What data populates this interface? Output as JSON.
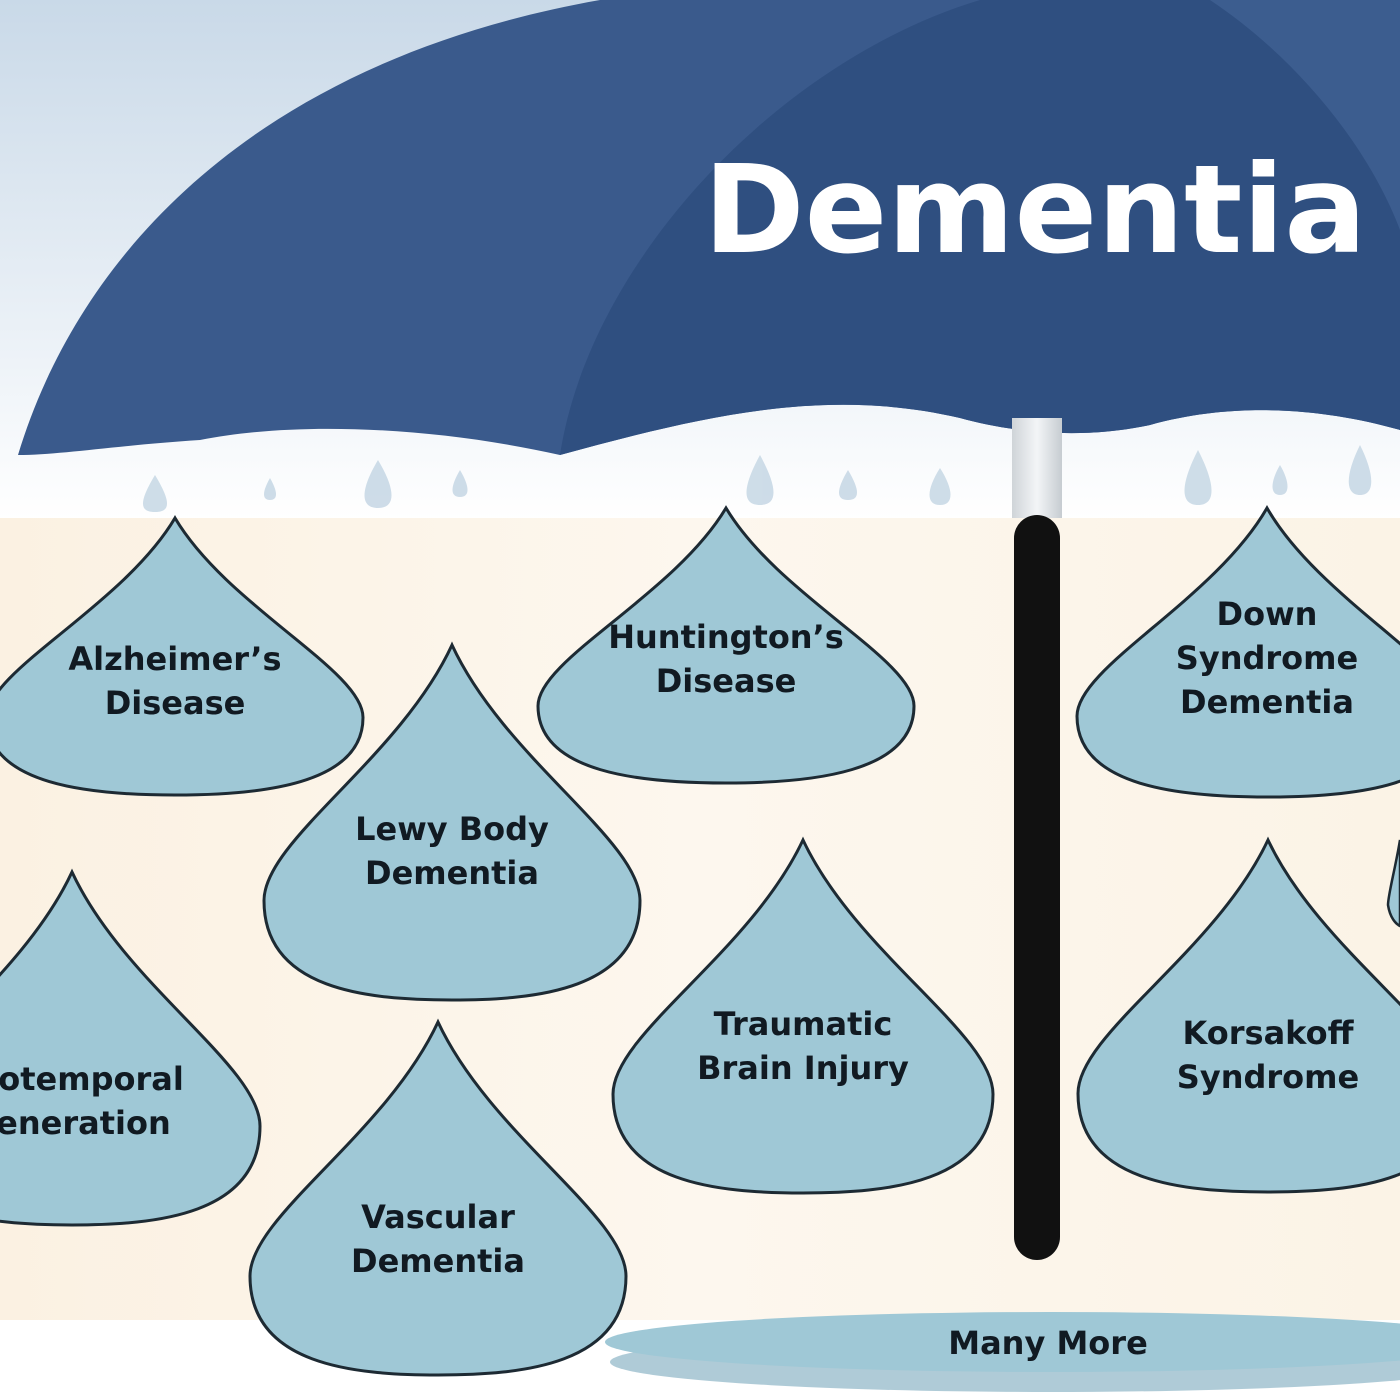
{
  "title": "Dementia",
  "colors": {
    "umbrella": "#3a5a8c",
    "umbrella_dark": "#2e4d7c",
    "drop_fill": "#9fc8d6",
    "drop_stroke": "#1d2a33",
    "handle": "#111111",
    "background_warm": "#fdf6ea",
    "sky": "#dde8f2"
  },
  "types": [
    {
      "lines": [
        "Alzheimer’s",
        "Disease"
      ]
    },
    {
      "lines": [
        "Huntington’s",
        "Disease"
      ]
    },
    {
      "lines": [
        "Down",
        "Syndrome",
        "Dementia"
      ]
    },
    {
      "lines": [
        "Lewy Body",
        "Dementia"
      ]
    },
    {
      "lines": [
        "ntotemporal",
        "generation"
      ]
    },
    {
      "lines": [
        "Traumatic",
        "Brain Injury"
      ]
    },
    {
      "lines": [
        "Korsakoff",
        "Syndrome"
      ]
    },
    {
      "lines": [
        "Vascular",
        "Dementia"
      ]
    }
  ],
  "many_more": "Many More"
}
